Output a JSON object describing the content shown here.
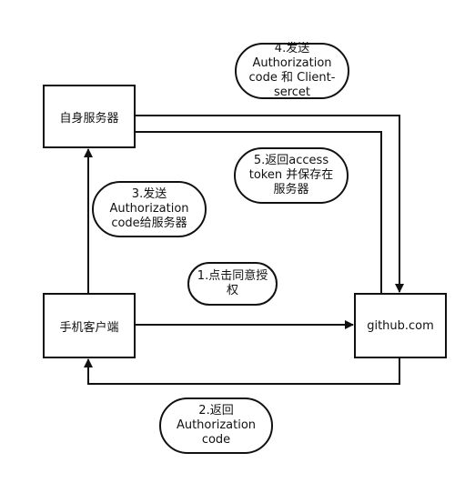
{
  "nodes": {
    "self_server": "自身服务器",
    "mobile_client": "手机客户端",
    "github": "github.com"
  },
  "labels": {
    "step1": [
      "1.点击同意授",
      "权"
    ],
    "step2": [
      "2.返回",
      "Authorization",
      "code"
    ],
    "step3": [
      "3.发送",
      "Authorization",
      "code给服务器"
    ],
    "step4": [
      "4.发送",
      "Authorization",
      "code 和 Client-",
      "sercet"
    ],
    "step5": [
      "5.返回access",
      "token 并保存在",
      "服务器"
    ]
  }
}
